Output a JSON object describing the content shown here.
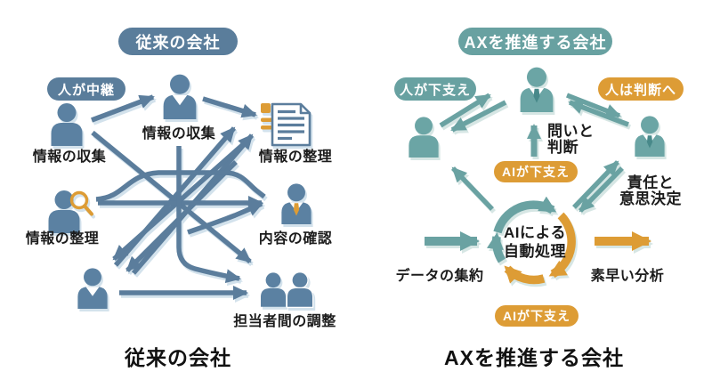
{
  "colors": {
    "slate": "#5b7d9c",
    "teal": "#6aa2a2",
    "orange": "#dd9c35",
    "ink": "#1c1c1c",
    "background": "#ffffff"
  },
  "left": {
    "title": "従来の会社",
    "caption": "従来の会社",
    "relay_pill": "人が中継",
    "labels": {
      "collect_tl": "情報の収集",
      "collect_tc": "情報の収集",
      "organize_doc": "情報の整理",
      "organize_ml": "情報の整理",
      "confirm": "内容の確認",
      "coordinate": "担当者間の調整"
    },
    "icons": [
      "person-icon",
      "person-suit-icon",
      "document-icon",
      "magnifier-icon",
      "people-pair-icon",
      "tangled-arrows"
    ]
  },
  "right": {
    "title": "AXを推進する会社",
    "caption": "AXを推進する会社",
    "pills": {
      "human_support": "人が下支え",
      "human_judgment": "人は判断へ",
      "ai_support_mid": "AIが下支え",
      "ai_support_bottom": "AIが下支え"
    },
    "labels": {
      "inquiry_l1": "問いと",
      "inquiry_l2": "判断",
      "responsibility_l1": "責任と",
      "responsibility_l2": "意思決定",
      "data_aggregation": "データの集約",
      "fast_analysis": "素早い分析",
      "ai_auto_l1": "AIによる",
      "ai_auto_l2": "自動処理"
    },
    "icons": [
      "person-icon",
      "person-suit-icon",
      "ai-cycle-arrows-icon"
    ]
  }
}
